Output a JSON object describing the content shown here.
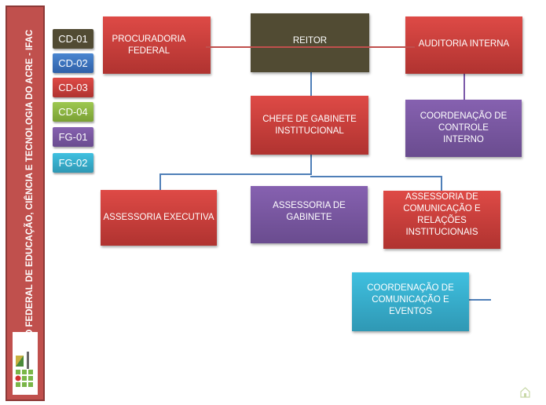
{
  "sidebar": {
    "title": "INSTITUTO FEDERAL DE EDUCAÇÃO, CIÊNCIA E TECNOLOGIA DO ACRE - IFAC"
  },
  "legend": [
    {
      "label": "CD-01",
      "color": "#514b33"
    },
    {
      "label": "CD-02",
      "color": "#3a73c0"
    },
    {
      "label": "CD-03",
      "color": "#d8403c"
    },
    {
      "label": "CD-04",
      "color": "#8cb43c"
    },
    {
      "label": "FG-01",
      "color": "#7a55a8"
    },
    {
      "label": "FG-02",
      "color": "#3ab4d8"
    }
  ],
  "nodes": {
    "procuradoria": "PROCURADORIA FEDERAL",
    "reitor": "REITOR",
    "auditoria": "AUDITORIA INTERNA",
    "chefe": "CHEFE DE GABINETE INSTITUCIONAL",
    "controle": "COORDENAÇÃO DE CONTROLE INTERNO",
    "executiva": "ASSESSORIA EXECUTIVA",
    "gabinete": "ASSESSORIA DE GABINETE",
    "comunicacao": "ASSESSORIA DE COMUNICAÇÃO E RELAÇÕES INSTITUCIONAIS",
    "eventos": "COORDENAÇÃO DE COMUNICAÇÃO E EVENTOS"
  }
}
